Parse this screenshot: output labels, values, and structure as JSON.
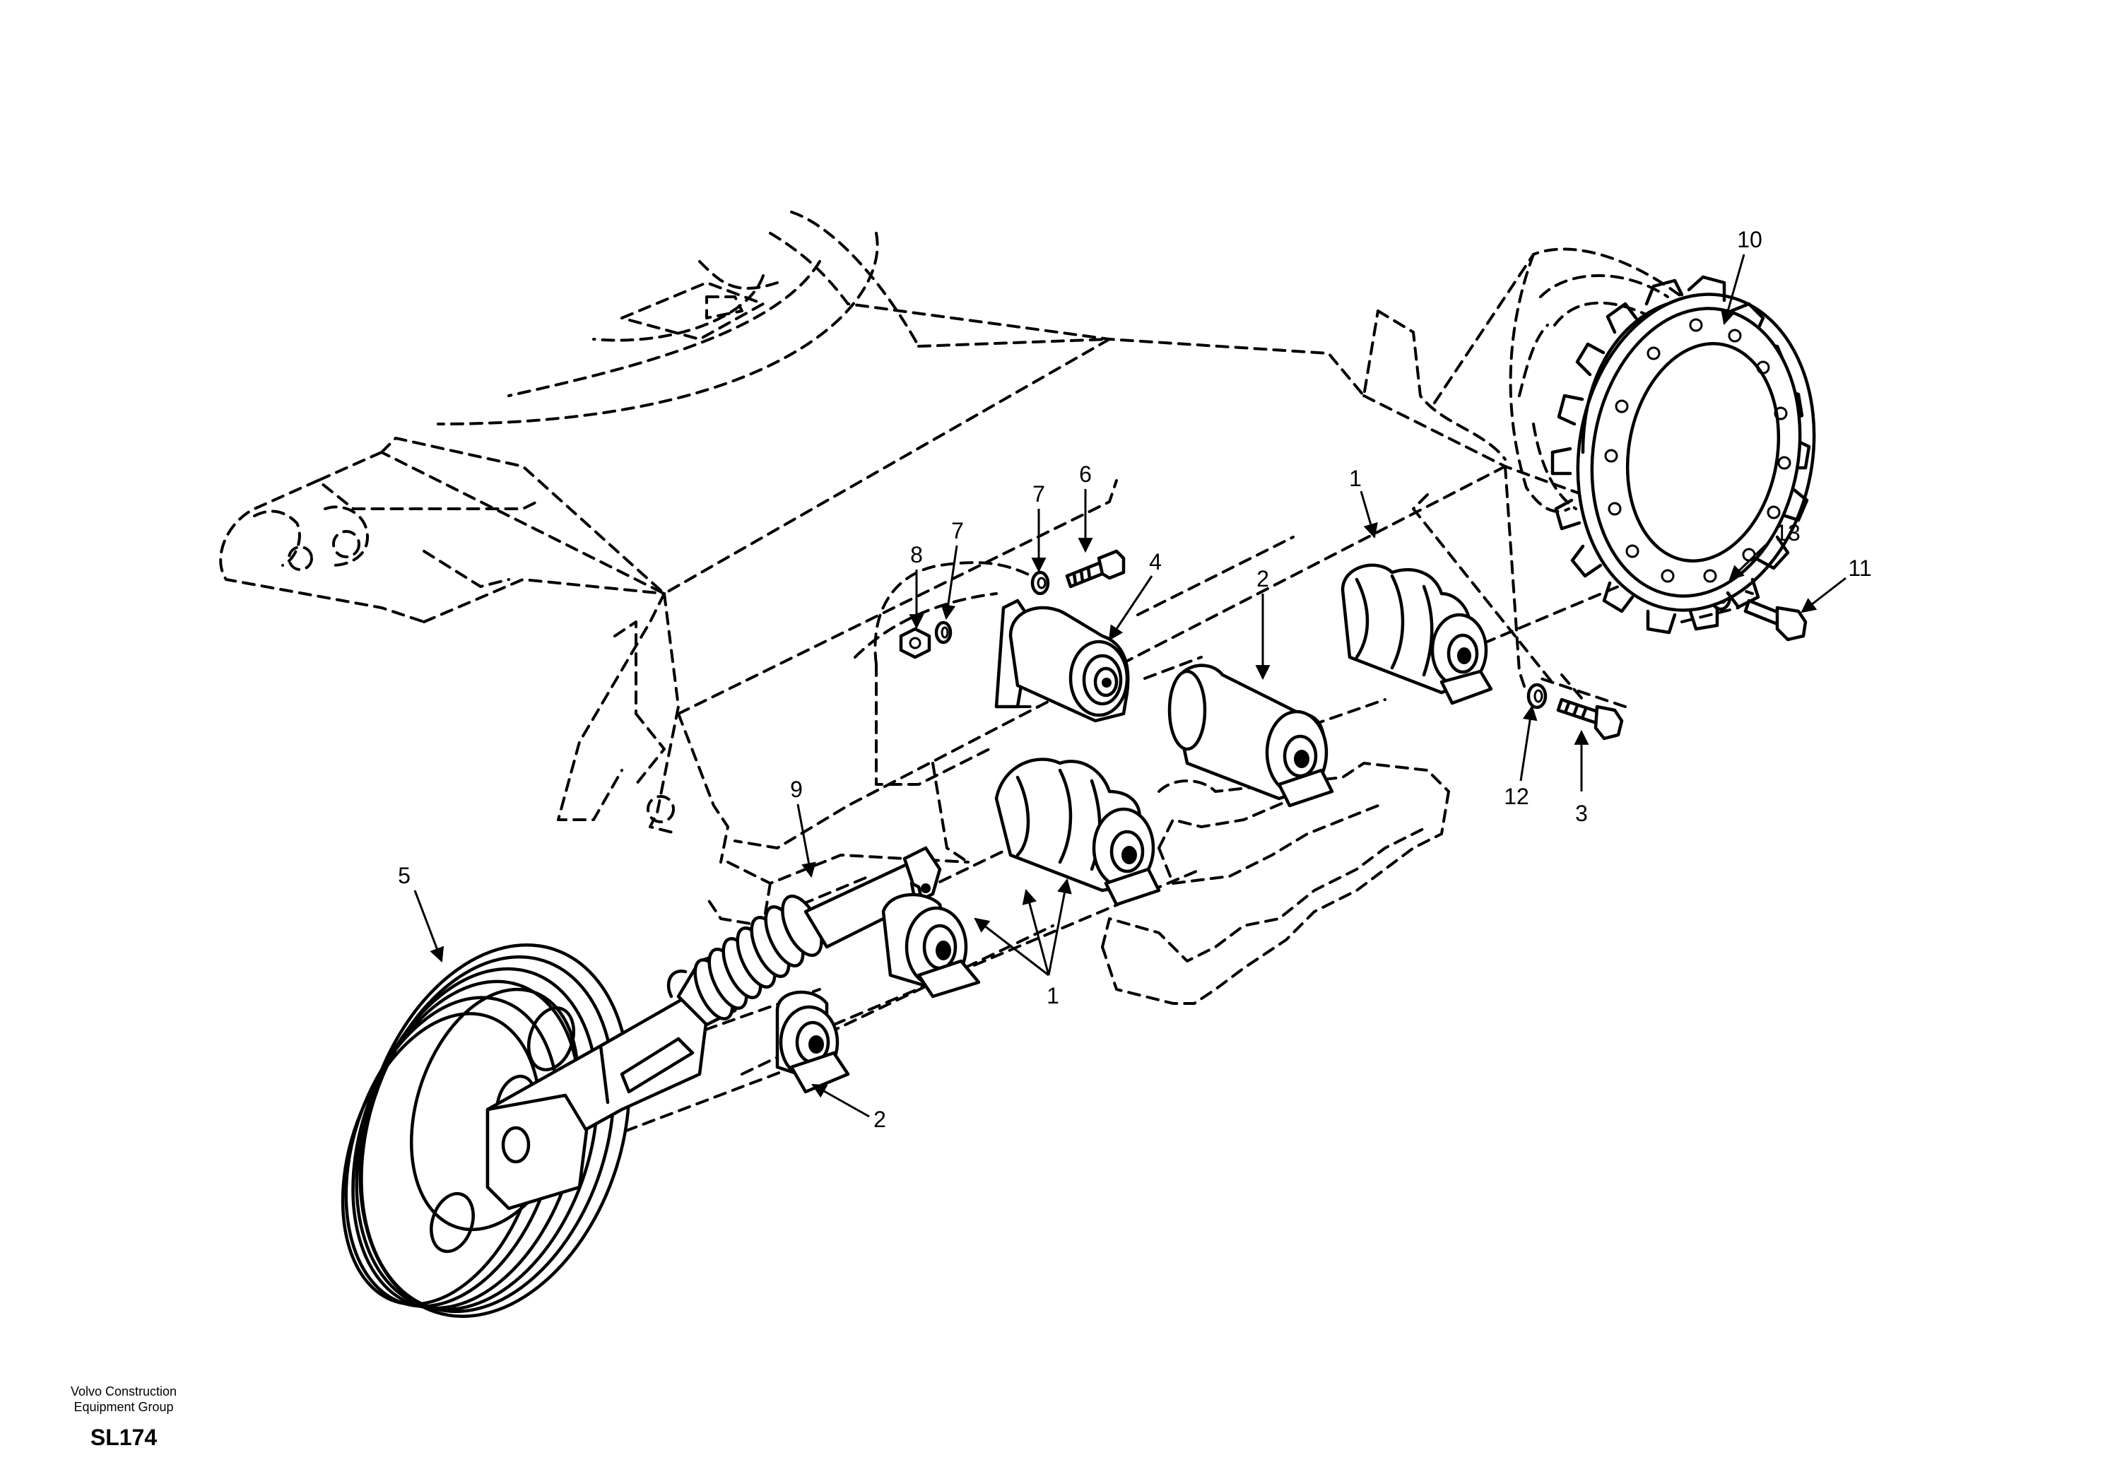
{
  "footer": {
    "org_line1": "Volvo Construction",
    "org_line2": "Equipment Group",
    "code": "SL174"
  },
  "parts": [
    {
      "num": "1",
      "component": "track-roller"
    },
    {
      "num": "2",
      "component": "track-roller"
    },
    {
      "num": "3",
      "component": "bolt"
    },
    {
      "num": "4",
      "component": "carrier-roller"
    },
    {
      "num": "5",
      "component": "front-idler"
    },
    {
      "num": "6",
      "component": "bolt"
    },
    {
      "num": "7",
      "component": "washer"
    },
    {
      "num": "8",
      "component": "nut"
    },
    {
      "num": "9",
      "component": "track-adjuster"
    },
    {
      "num": "10",
      "component": "sprocket"
    },
    {
      "num": "11",
      "component": "bolt"
    },
    {
      "num": "12",
      "component": "washer"
    },
    {
      "num": "13",
      "component": "washer"
    }
  ],
  "callouts": {
    "c1a": "1",
    "c1b": "1",
    "c2a": "2",
    "c2b": "2",
    "c3": "3",
    "c4": "4",
    "c5": "5",
    "c6": "6",
    "c7a": "7",
    "c7b": "7",
    "c8": "8",
    "c9": "9",
    "c10": "10",
    "c11": "11",
    "c12": "12",
    "c13": "13"
  }
}
